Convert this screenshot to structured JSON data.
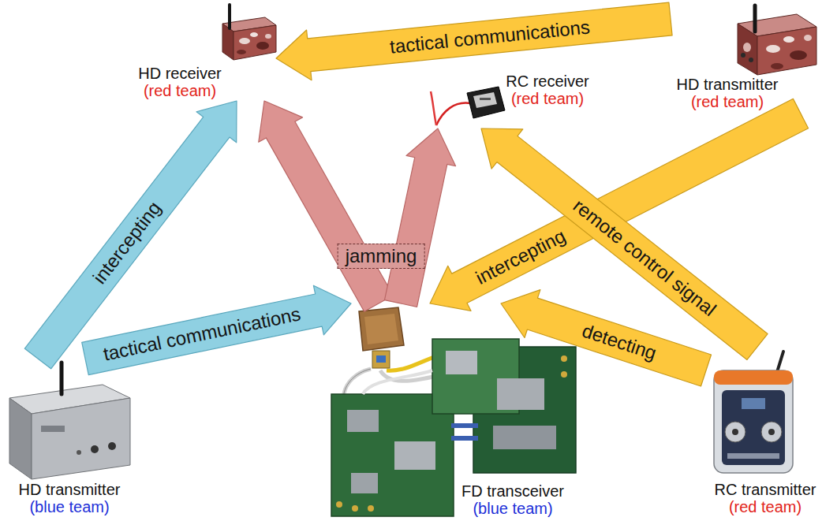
{
  "diagram": {
    "nodes": [
      {
        "text": [
          "HD receiver",
          "(red team)"
        ]
      },
      {
        "text": [
          "HD transmitter",
          "(red team)"
        ]
      },
      {
        "text": [
          "RC receiver",
          "(red team)"
        ]
      },
      {
        "text": [
          "HD transmitter",
          "(blue team)"
        ]
      },
      {
        "text": [
          "FD transceiver",
          "(blue team)"
        ]
      },
      {
        "text": [
          "RC transmitter",
          "(red team)"
        ]
      }
    ],
    "edges": [
      {
        "from": 1,
        "to": 0,
        "label": "tactical communications",
        "arrow": "to"
      },
      {
        "from": 1,
        "to": 4,
        "label": "intercepting",
        "arrow": "to"
      },
      {
        "from": 5,
        "to": 2,
        "label": "remote control signal",
        "arrow": "to"
      },
      {
        "from": 5,
        "to": 4,
        "label": "detecting",
        "arrow": "to"
      },
      {
        "from": 3,
        "to": 0,
        "label": "intercepting",
        "arrow": "to"
      },
      {
        "from": 3,
        "to": 4,
        "label": "tactical communications",
        "arrow": "to"
      },
      {
        "from": 4,
        "to": 0,
        "label": "jamming",
        "arrow": "to"
      },
      {
        "from": 4,
        "to": 2,
        "arrow": "to"
      }
    ]
  }
}
